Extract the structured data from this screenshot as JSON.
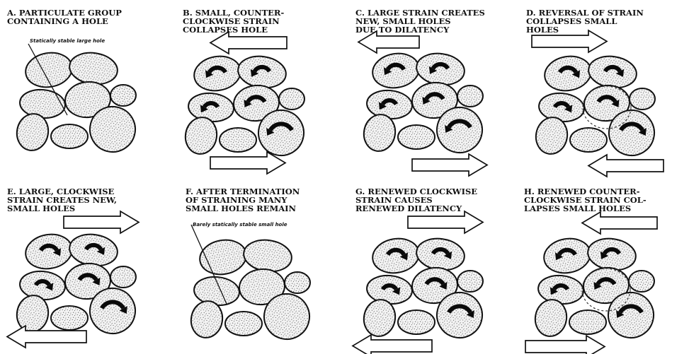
{
  "panels": [
    {
      "id": "A",
      "caption_lines": [
        "A. PARTICULATE GROUP",
        "CONTAINING A HOLE"
      ],
      "annotation": "Statically stable large hole",
      "shear_arrows": [],
      "rotation": "none"
    },
    {
      "id": "B",
      "caption_lines": [
        "B. SMALL, COUNTER-",
        "CLOCKWISE STRAIN",
        "COLLAPSES HOLE"
      ],
      "annotation": "",
      "shear_arrows": [
        "left",
        "right"
      ],
      "rotation": "counterclockwise"
    },
    {
      "id": "C",
      "caption_lines": [
        "C. LARGE STRAIN CREATES",
        "NEW, SMALL HOLES",
        "DUE TO DILATENCY"
      ],
      "annotation": "",
      "shear_arrows": [
        "left",
        "right"
      ],
      "rotation": "counterclockwise"
    },
    {
      "id": "D",
      "caption_lines": [
        "D. REVERSAL OF STRAIN",
        "COLLAPSES SMALL",
        "HOLES"
      ],
      "annotation": "",
      "shear_arrows": [
        "right",
        "left"
      ],
      "rotation": "clockwise"
    },
    {
      "id": "E",
      "caption_lines": [
        "E. LARGE, CLOCKWISE",
        "STRAIN CREATES NEW,",
        "SMALL HOLES"
      ],
      "annotation": "",
      "shear_arrows": [
        "right",
        "left"
      ],
      "rotation": "clockwise"
    },
    {
      "id": "F",
      "caption_lines": [
        "F. AFTER TERMINATION",
        "OF STRAINING MANY",
        "SMALL HOLES REMAIN"
      ],
      "annotation": "Barely statically stable small hole",
      "shear_arrows": [],
      "rotation": "none"
    },
    {
      "id": "G",
      "caption_lines": [
        "G. RENEWED CLOCKWISE",
        "STRAIN CAUSES",
        "RENEWED DILATENCY"
      ],
      "annotation": "",
      "shear_arrows": [
        "right",
        "left"
      ],
      "rotation": "clockwise"
    },
    {
      "id": "H",
      "caption_lines": [
        "H. RENEWED COUNTER-",
        "CLOCKWISE STRAIN COL-",
        "LAPSES SMALL HOLES"
      ],
      "annotation": "",
      "shear_arrows": [
        "left",
        "right"
      ],
      "rotation": "counterclockwise"
    }
  ],
  "colors": {
    "ink": "#111111",
    "paper": "#ffffff",
    "grain_fill": "#f3f3f3"
  }
}
